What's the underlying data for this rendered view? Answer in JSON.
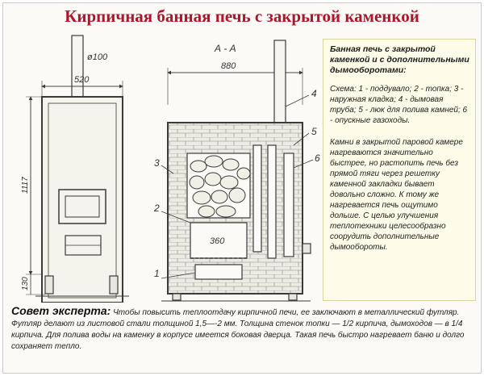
{
  "title": "Кирпичная банная печь с закрытой каменкой",
  "drawing": {
    "pipe_diameter": "ø100",
    "width_front": "520",
    "height_total": "1117",
    "leg_height": "130",
    "section_label": "А - А",
    "width_section": "880",
    "chamber_label": "360",
    "callouts": [
      "1",
      "2",
      "3",
      "4",
      "5",
      "6"
    ]
  },
  "side": {
    "heading": "Банная печь с закрытой каменкой и с дополнительными дымооборотами:",
    "legend": "Схема: 1 - поддувало; 2 - топка; 3 - наружная кладка; 4 - дымовая труба; 5 - люк для полива камней; 6 - опускные газоходы.",
    "description": "Камни в закрытой паровой камере нагреваются значительно быстрее, но растопить печь без прямой тяги через решетку каменной закладки бывает довольно сложно. К тому же нагревается печь ощутимо дольше. С целью улучшения теплотехники целесообразно соорудить дополнительные дымообороты."
  },
  "tip": {
    "lead": "Совет эксперта:",
    "text": "Чтобы повысить теплоотдачу кирпичной печи, ее заключают в металлический футляр. Футляр делают из листовой стали толщиной 1,5—-2 мм. Толщина стенок топки — 1/2 кирпича, дымоходов — в 1/4 кирпича. Для полива воды на каменку в корпусе имеется боковая дверца. Такая печь быстро нагревает баню и долго сохраняет тепло."
  },
  "colors": {
    "title": "#b0142a",
    "line": "#3a3a3a",
    "brick_fill": "#ecebe4",
    "sidebox_bg": "#fdfce8"
  }
}
